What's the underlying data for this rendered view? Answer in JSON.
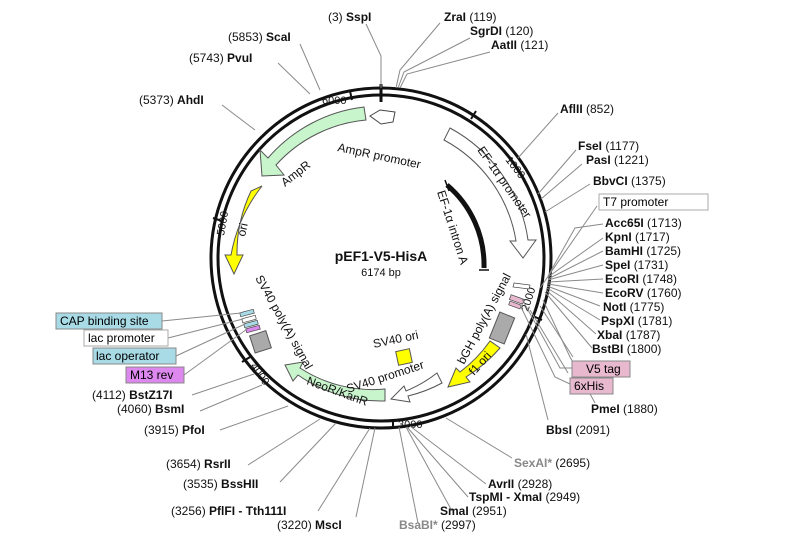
{
  "plasmid": {
    "name": "pEF1-V5-HisA",
    "size_label": "6174 bp"
  },
  "ticks": [
    "1000",
    "2000",
    "3000",
    "4000",
    "5000",
    "6000"
  ],
  "features": {
    "ampr_promoter": "AmpR promoter",
    "ampr": "AmpR",
    "ef1a_promoter": "EF-1α promoter",
    "ef1a_intron": "EF-1α intron A",
    "ori": "ori",
    "sv40_polya": "SV40 poly(A) signal",
    "bgh_polya": "bGH poly(A) signal",
    "f1_ori": "f1 ori",
    "sv40_ori": "SV40 ori",
    "sv40_promoter": "SV40 promoter",
    "neor": "NeoR/KanR"
  },
  "sites": [
    {
      "pos": "(3)",
      "name": "SspI"
    },
    {
      "pos": "(5853)",
      "name": "ScaI"
    },
    {
      "pos": "(5743)",
      "name": "PvuI"
    },
    {
      "pos": "(5373)",
      "name": "AhdI"
    },
    {
      "name": "ZraI",
      "pos": "(119)"
    },
    {
      "name": "SgrDI",
      "pos": "(120)"
    },
    {
      "name": "AatII",
      "pos": "(121)"
    },
    {
      "name": "AflII",
      "pos": "(852)"
    },
    {
      "name": "FseI",
      "pos": "(1177)"
    },
    {
      "name": "PasI",
      "pos": "(1221)"
    },
    {
      "name": "BbvCI",
      "pos": "(1375)"
    },
    {
      "name": "Acc65I",
      "pos": "(1713)"
    },
    {
      "name": "KpnI",
      "pos": "(1717)"
    },
    {
      "name": "BamHI",
      "pos": "(1725)"
    },
    {
      "name": "SpeI",
      "pos": "(1731)"
    },
    {
      "name": "EcoRI",
      "pos": "(1748)"
    },
    {
      "name": "EcoRV",
      "pos": "(1760)"
    },
    {
      "name": "NotI",
      "pos": "(1775)"
    },
    {
      "name": "PspXI",
      "pos": "(1781)"
    },
    {
      "name": "XbaI",
      "pos": "(1787)"
    },
    {
      "name": "BstBI",
      "pos": "(1800)"
    },
    {
      "name": "PmeI",
      "pos": "(1880)"
    },
    {
      "name": "BbsI",
      "pos": "(2091)"
    },
    {
      "name": "SexAI*",
      "pos": "(2695)"
    },
    {
      "name": "AvrII",
      "pos": "(2928)"
    },
    {
      "name": "TspMI - XmaI",
      "pos": "(2949)"
    },
    {
      "name": "SmaI",
      "pos": "(2951)"
    },
    {
      "name": "BsaBI*",
      "pos": "(2997)"
    },
    {
      "pos": "(3220)",
      "name": "MscI"
    },
    {
      "pos": "(3256)",
      "name": "PflFI - Tth111I"
    },
    {
      "pos": "(3535)",
      "name": "BssHII"
    },
    {
      "pos": "(3654)",
      "name": "RsrII"
    },
    {
      "pos": "(3915)",
      "name": "PfoI"
    },
    {
      "pos": "(4060)",
      "name": "BsmI"
    },
    {
      "pos": "(4112)",
      "name": "BstZ17I"
    }
  ],
  "boxes": {
    "t7": "T7 promoter",
    "v5": "V5 tag",
    "his": "6xHis",
    "cap": "CAP binding site",
    "lacp": "lac promoter",
    "laco": "lac operator",
    "m13": "M13 rev"
  },
  "colors": {
    "ampr": "#c8f5cc",
    "ori": "#ffff00",
    "f1": "#ffff00",
    "neor": "#c8f5cc",
    "box_blue": "#a8dbe6",
    "box_pink": "#e8b8cf",
    "box_purple": "#dd88ee"
  }
}
